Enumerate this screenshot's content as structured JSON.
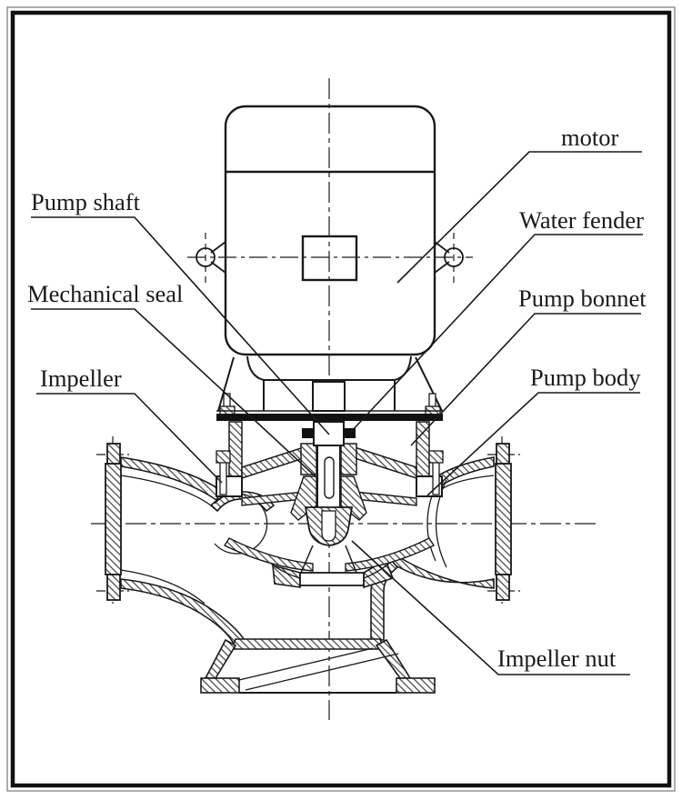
{
  "diagram": {
    "type": "engineering cross-section",
    "subject": "vertical inline centrifugal pump",
    "background_color": "#ffffff",
    "line_color": "#1a1a1a",
    "labels": {
      "pump_shaft": "Pump shaft",
      "mechanical_seal": "Mechanical seal",
      "impeller": "Impeller",
      "motor": "motor",
      "water_fender": "Water fender",
      "pump_bonnet": "Pump bonnet",
      "pump_body": "Pump body",
      "impeller_nut": "Impeller nut"
    }
  }
}
